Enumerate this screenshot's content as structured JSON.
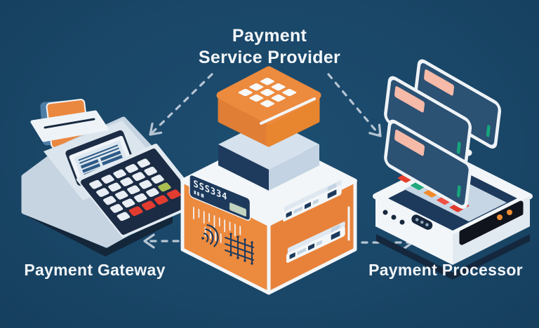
{
  "background_color": "#1a4768",
  "diagram": {
    "title_lines": [
      "Payment",
      "Service Provider"
    ],
    "nodes": [
      {
        "id": "payment-service-provider",
        "label": "Payment Service Provider",
        "illustration": "server-cube"
      },
      {
        "id": "payment-gateway",
        "label": "Payment Gateway",
        "illustration": "pos-terminal"
      },
      {
        "id": "payment-processor",
        "label": "Payment Processor",
        "illustration": "processor-unit"
      }
    ],
    "server_display_code": "SSS334",
    "connections": [
      {
        "from": "payment-service-provider",
        "to": "payment-gateway",
        "style": "dashed-arrow-diagonal"
      },
      {
        "from": "payment-service-provider",
        "to": "payment-processor",
        "style": "dashed-arrow-diagonal"
      },
      {
        "from": "payment-service-provider",
        "to": "payment-gateway",
        "style": "dashed-arrow-horizontal"
      },
      {
        "from": "payment-service-provider",
        "to": "payment-processor",
        "style": "dashed-arrow-horizontal"
      }
    ],
    "colors": {
      "background": "#1a4768",
      "accent_orange": "#ec8a3e",
      "navy": "#1d3a5c",
      "card_slate_blue": "#2b5173",
      "salmon": "#f6baa8",
      "green": "#16a77c",
      "red": "#e23c30",
      "key_green": "#a9bf52",
      "arrow": "#b6c5d3",
      "white": "#f2f6f9"
    }
  }
}
